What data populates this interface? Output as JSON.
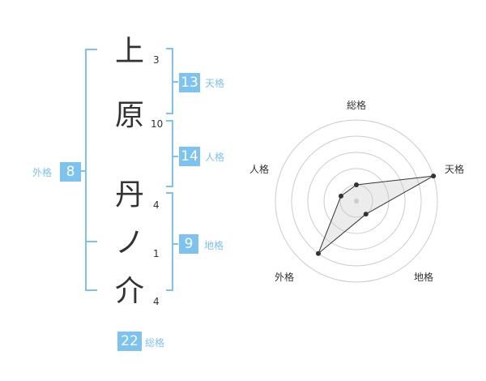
{
  "name_chars": [
    {
      "char": "上",
      "strokes": "3"
    },
    {
      "char": "原",
      "strokes": "10"
    },
    {
      "char": "丹",
      "strokes": "4"
    },
    {
      "char": "ノ",
      "strokes": "1"
    },
    {
      "char": "介",
      "strokes": "4"
    }
  ],
  "fortunes": {
    "tenkaku": {
      "value": "13",
      "label": "天格"
    },
    "jinkaku": {
      "value": "14",
      "label": "人格"
    },
    "chikaku": {
      "value": "9",
      "label": "地格"
    },
    "gaikaku": {
      "value": "8",
      "label": "外格"
    },
    "soukaku": {
      "value": "22",
      "label": "総格"
    }
  },
  "colors": {
    "accent": "#7cc3f0",
    "text": "#333333"
  },
  "chart_data": {
    "type": "radar",
    "axes": [
      "総格",
      "天格",
      "地格",
      "外格",
      "人格"
    ],
    "values": [
      1,
      5,
      1,
      4,
      1
    ],
    "max": 5,
    "rings": 5
  }
}
